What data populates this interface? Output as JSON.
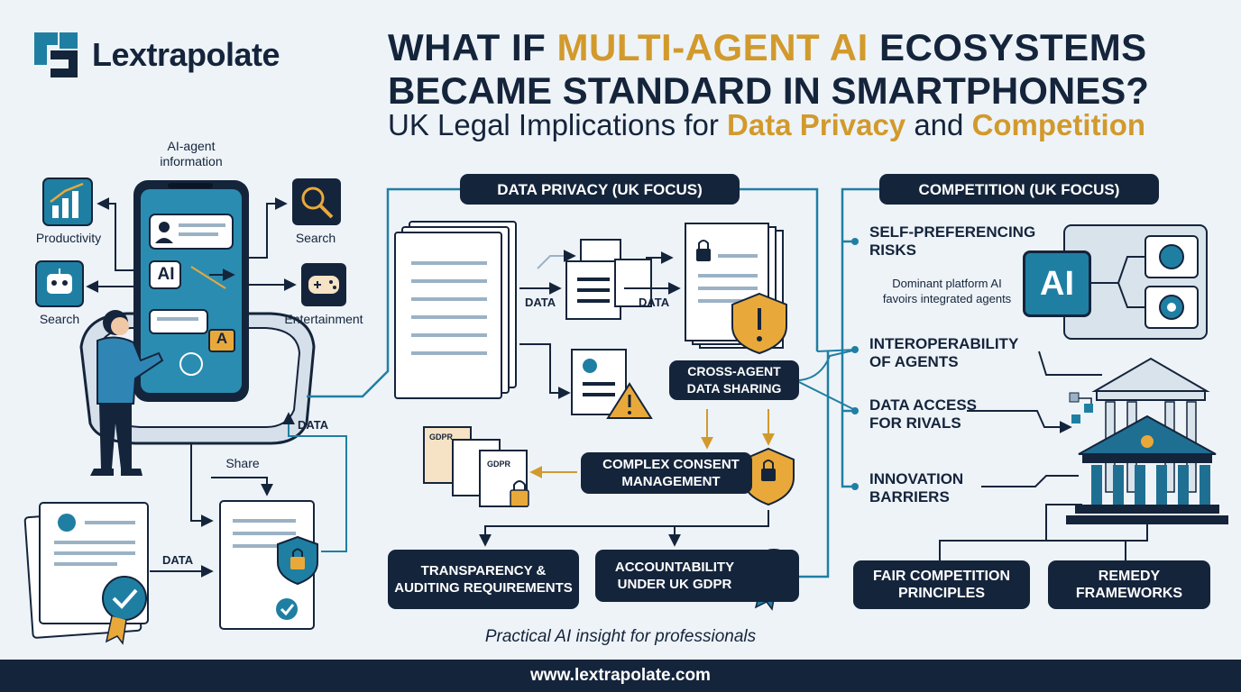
{
  "brand": {
    "name": "Lextrapolate"
  },
  "title": {
    "line1_pre": "WHAT IF ",
    "line1_accent": "MULTI-AGENT AI",
    "line1_post": " ECOSYSTEMS",
    "line2": "BECAME STANDARD IN SMARTPHONES?",
    "subtitle_pre": "UK Legal Implications for ",
    "subtitle_accent1": "Data Privacy",
    "subtitle_mid": " and ",
    "subtitle_accent2": "Competition"
  },
  "phone": {
    "caption": "AI-agent information",
    "screen_ai": "AI",
    "screen_a": "A",
    "apps": [
      "Productivity",
      "Search",
      "Search",
      "Entertainment"
    ]
  },
  "flow_left": {
    "share": "Share",
    "data1": "DATA",
    "data2": "DATA"
  },
  "privacy": {
    "header": "DATA PRIVACY (UK FOCUS)",
    "data_a": "DATA",
    "data_b": "DATA",
    "cross_agent": "CROSS-AGENT DATA SHARING",
    "consent": "COMPLEX CONSENT MANAGEMENT",
    "gdpr1": "GDPR",
    "gdpr2": "GDPR",
    "transparency": "TRANSPARENCY & AUDITING REQUIREMENTS",
    "accountability": "ACCOUNTABILITY UNDER UK GDPR"
  },
  "competition": {
    "header": "COMPETITION (UK FOCUS)",
    "self_pref": "SELF-PREFERENCING RISKS",
    "self_pref_note": "Dominant platform AI favoirs integrated agents",
    "ai_badge": "AI",
    "interop": "INTEROPERABILITY OF AGENTS",
    "data_access": "DATA ACCESS FOR RIVALS",
    "innovation": "INNOVATION BARRIERS",
    "fair": "FAIR COMPETITION PRINCIPLES",
    "remedy": "REMEDY FRAMEWORKS"
  },
  "tagline": "Practical AI insight for professionals",
  "footer": "www.lextrapolate.com",
  "colors": {
    "navy": "#14243b",
    "teal": "#1f7fa3",
    "gold": "#d29a2c",
    "background": "#eef3f8"
  }
}
